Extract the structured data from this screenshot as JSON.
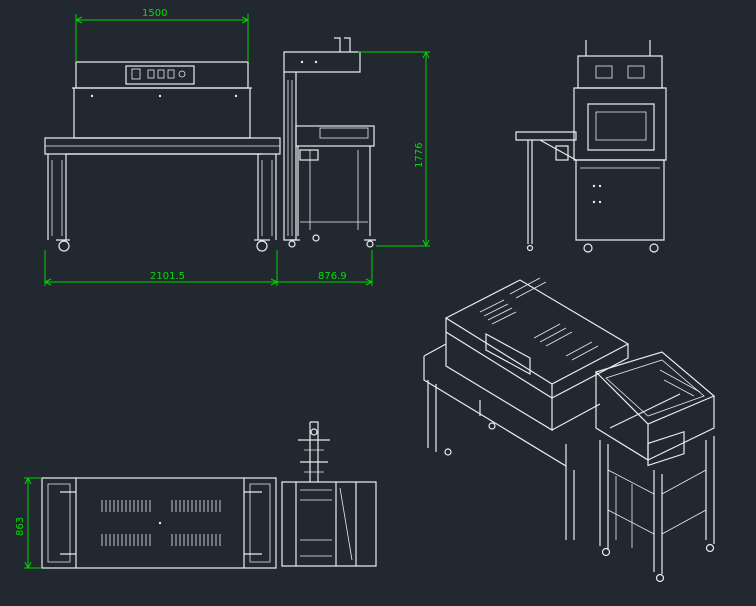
{
  "colors": {
    "background": "#212830",
    "linework": "#e9ecef",
    "dimensions": "#00d400"
  },
  "dimensions": {
    "top_width": "1500",
    "overall_length": "2101.5",
    "infeed_length": "876.9",
    "height": "1776",
    "width": "863"
  },
  "views": [
    "front-elevation",
    "side-elevation",
    "isometric",
    "plan"
  ]
}
